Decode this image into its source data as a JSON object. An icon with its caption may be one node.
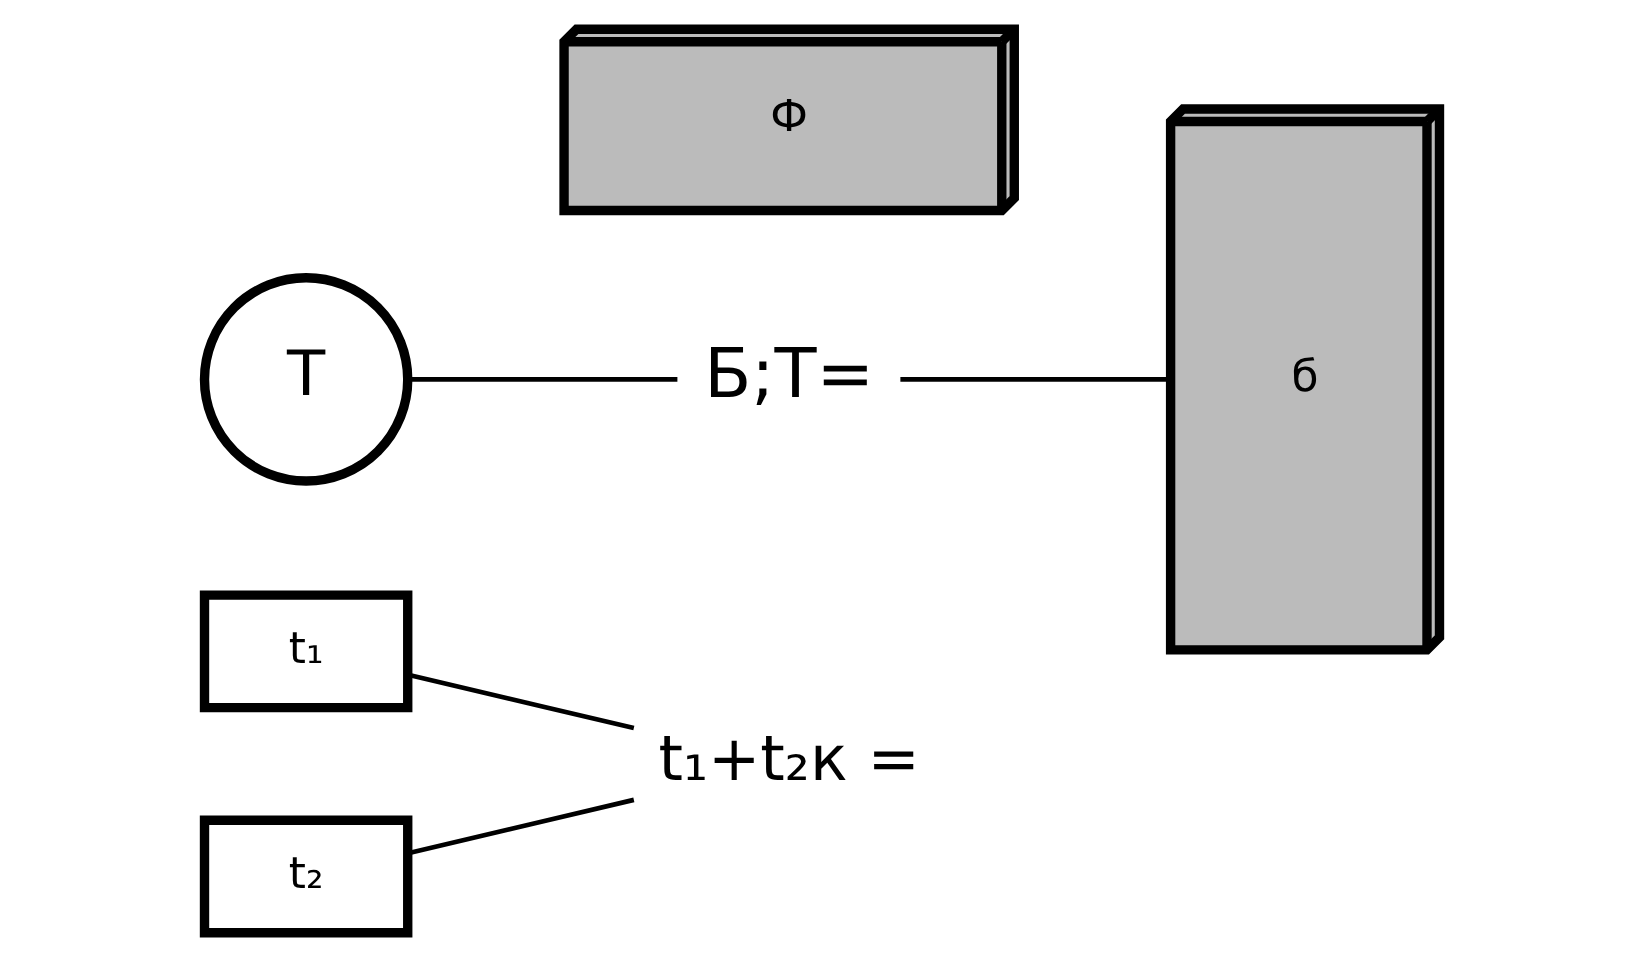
{
  "diagram": {
    "nodes": [
      {
        "text": [
          "t₁"
        ]
      },
      {
        "text": [
          "t₂"
        ]
      },
      {
        "text": [
          "t₁+t₂к ="
        ]
      },
      {
        "text": [
          "T"
        ]
      },
      {
        "text": [
          "Б;T="
        ]
      },
      {
        "text": [
          "б"
        ]
      },
      {
        "text": [
          "Ф"
        ]
      }
    ],
    "edges": [
      {
        "from": 0,
        "to": 2,
        "arrow": "none"
      },
      {
        "from": 1,
        "to": 2,
        "arrow": "none"
      },
      {
        "from": 3,
        "to": 4,
        "arrow": "none"
      },
      {
        "from": 4,
        "to": 5,
        "arrow": "none"
      }
    ]
  }
}
